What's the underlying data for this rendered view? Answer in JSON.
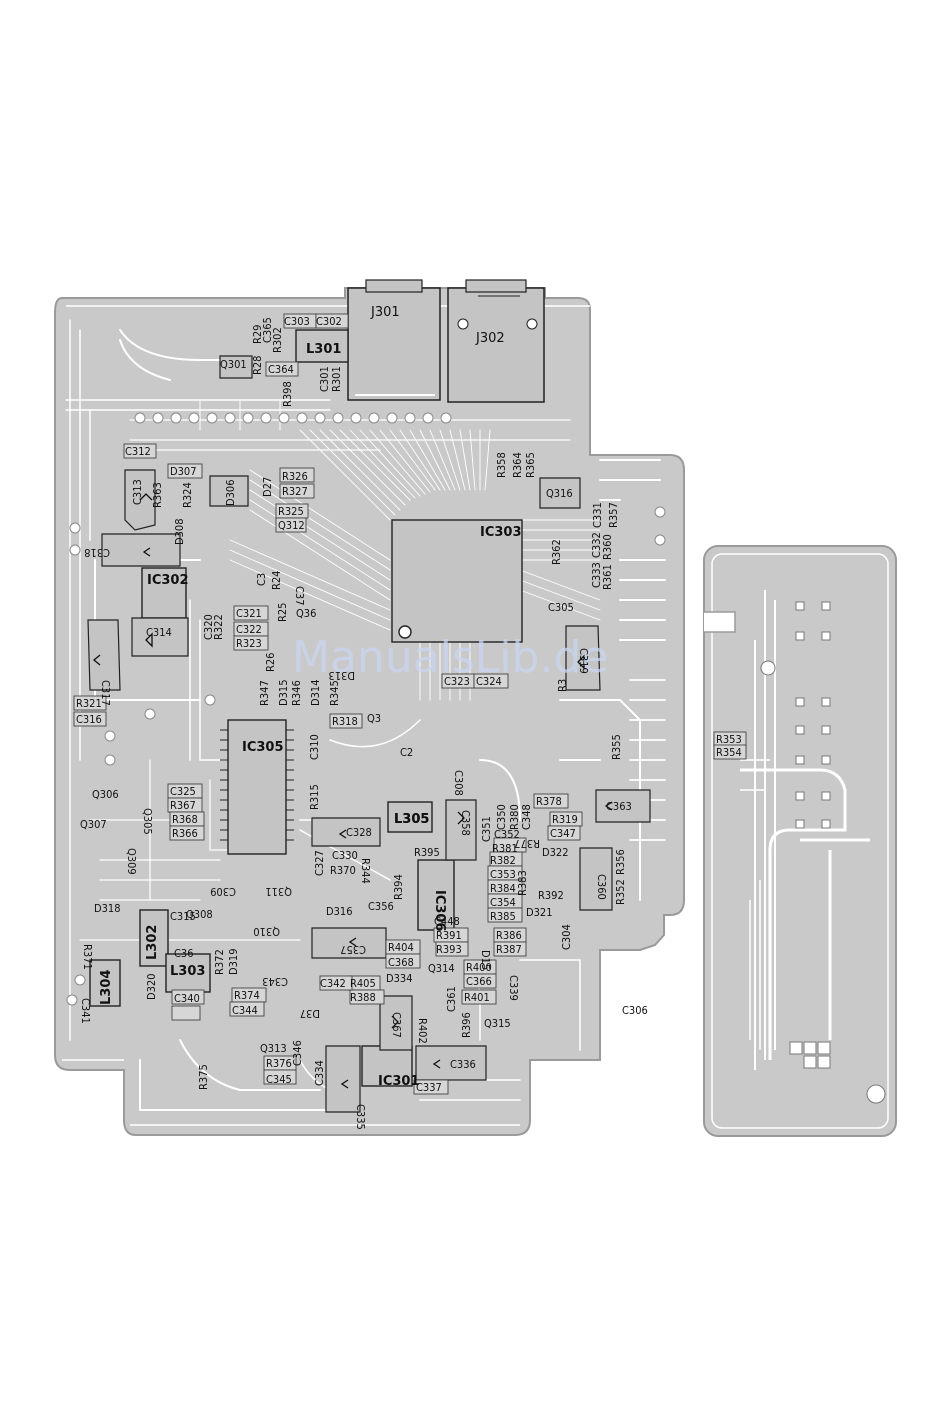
{
  "watermark": "ManualsLib.de",
  "connectors": [
    "J301",
    "J302"
  ],
  "ics": [
    "IC301",
    "IC302",
    "IC303",
    "IC305",
    "IC306"
  ],
  "inductors": [
    "L301",
    "L302",
    "L303",
    "L304",
    "L305"
  ],
  "component_labels": [
    "R29",
    "R28",
    "C365",
    "R302",
    "C303",
    "C302",
    "C364",
    "R398",
    "C301",
    "R301",
    "Q301",
    "C312",
    "C313",
    "D307",
    "R363",
    "R324",
    "D308",
    "D306",
    "D27",
    "R326",
    "R327",
    "R325",
    "Q312",
    "C318",
    "C314",
    "C317",
    "C3",
    "R24",
    "C37",
    "R25",
    "Q36",
    "C320",
    "R322",
    "C321",
    "C322",
    "R323",
    "R26",
    "R347",
    "D315",
    "R346",
    "D314",
    "R345",
    "D313",
    "R318",
    "Q3",
    "C2",
    "R321",
    "C316",
    "C325",
    "R367",
    "Q305",
    "Q306",
    "R368",
    "R366",
    "Q307",
    "Q309",
    "R315",
    "C310",
    "C308",
    "C327",
    "C328",
    "C330",
    "R344",
    "R370",
    "L305",
    "C358",
    "R365",
    "R364",
    "R358",
    "Q316",
    "C331",
    "R357",
    "R360",
    "R361",
    "C332",
    "C333",
    "R362",
    "C305",
    "C319",
    "R3",
    "C323",
    "C324",
    "R355",
    "C306",
    "C350",
    "R380",
    "C348",
    "R378",
    "R377",
    "R319",
    "C347",
    "C351",
    "C352",
    "R381",
    "D322",
    "C363",
    "R356",
    "R352",
    "C360",
    "R395",
    "R382",
    "C353",
    "R383",
    "R384",
    "R392",
    "C354",
    "R385",
    "D321",
    "C304",
    "R386",
    "R387",
    "R394",
    "C356",
    "C448",
    "R391",
    "R393",
    "D15",
    "C309",
    "D316",
    "Q311",
    "Q310",
    "C357",
    "R404",
    "C368",
    "Q314",
    "R400",
    "C366",
    "C339",
    "R405",
    "D334",
    "R388",
    "C342",
    "C361",
    "R401",
    "R396",
    "Q315",
    "C367",
    "R402",
    "D318",
    "R371",
    "C315",
    "Q308",
    "C36",
    "D319",
    "R372",
    "C343",
    "C341",
    "D320",
    "C340",
    "R374",
    "C344",
    "D37",
    "Q313",
    "C346",
    "C334",
    "C336",
    "C337",
    "C335",
    "R376",
    "C345",
    "R375",
    "R353",
    "R354"
  ],
  "colors": {
    "board_fill": "#c9c9c9",
    "board_outline": "#9a9a9a",
    "trace": "#ffffff",
    "silk": "#111111",
    "watermark": "#c9d6f2"
  }
}
